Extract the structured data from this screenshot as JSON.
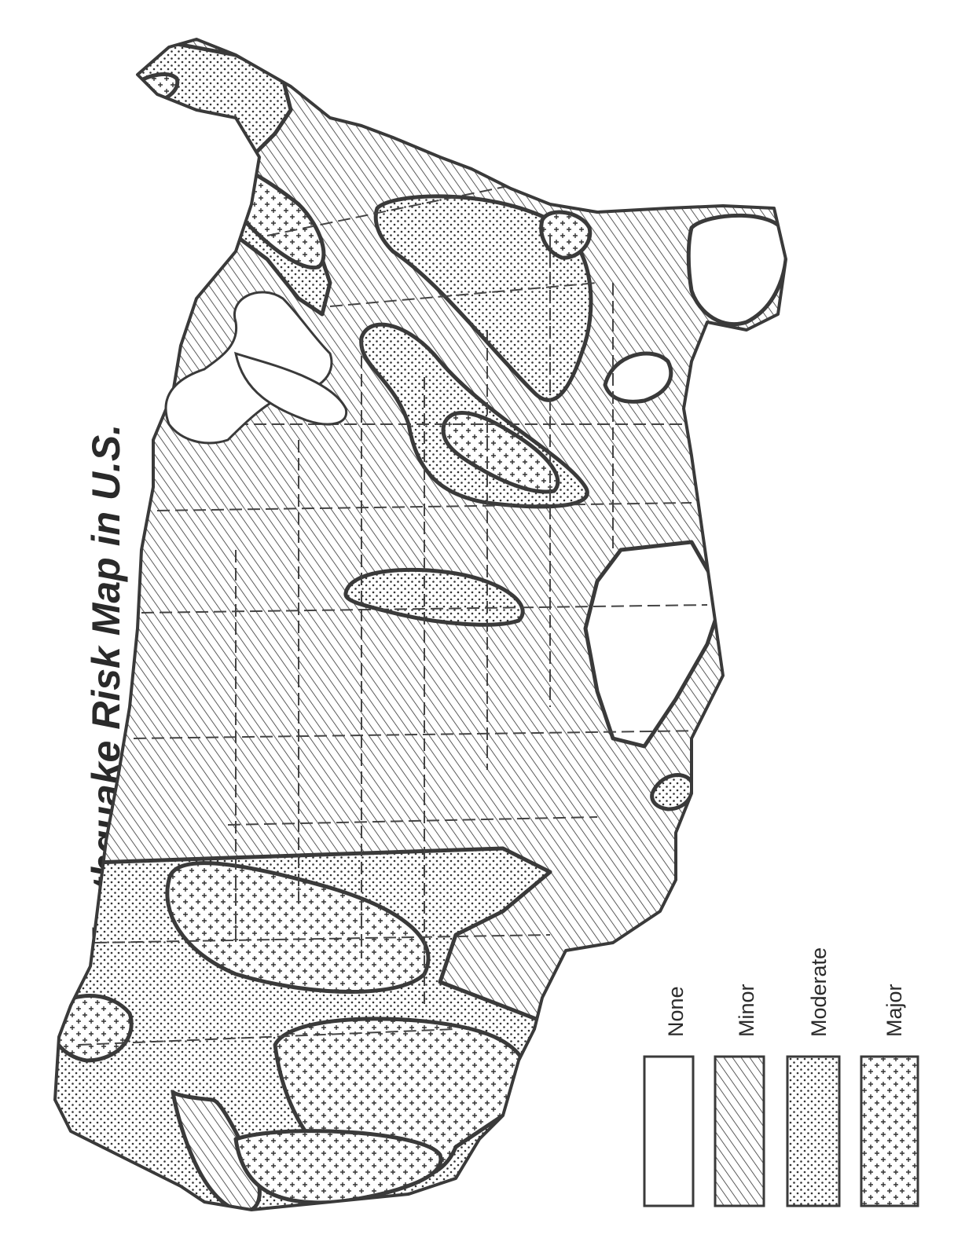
{
  "title": "Earthquake Risk Map in U.S.",
  "legend": [
    {
      "key": "none",
      "label": "None",
      "pattern": "none"
    },
    {
      "key": "minor",
      "label": "Minor",
      "pattern": "hatch"
    },
    {
      "key": "moderate",
      "label": "Moderate",
      "pattern": "dots"
    },
    {
      "key": "major",
      "label": "Major",
      "pattern": "plus"
    }
  ],
  "colors": {
    "ink": "#3a3a3a",
    "paper": "#ffffff"
  }
}
